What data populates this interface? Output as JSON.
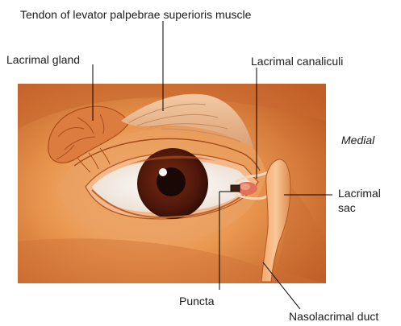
{
  "labels": {
    "tendon": "Tendon of levator palpebrae superioris muscle",
    "lacrimal_gland": "Lacrimal gland",
    "lacrimal_canaliculi": "Lacrimal canaliculi",
    "medial": "Medial",
    "lacrimal_sac_line1": "Lacrimal",
    "lacrimal_sac_line2": "sac",
    "puncta": "Puncta",
    "nasolacrimal_duct": "Nasolacrimal duct"
  },
  "colors": {
    "skin_dark": "#c4622a",
    "skin_mid": "#e08a4a",
    "skin_light": "#f3b277",
    "gland": "#d97a3f",
    "iris": "#5a1e0f",
    "pupil": "#1a0805",
    "sclera": "#fbf6ee",
    "leader": "#000000"
  }
}
